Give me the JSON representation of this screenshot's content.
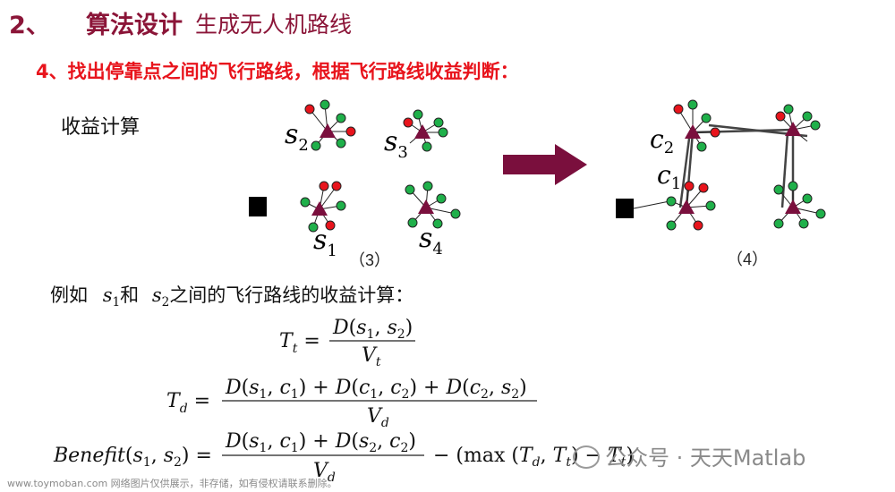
{
  "title": {
    "number": "2、",
    "main": "算法设计",
    "sub": "生成无人机路线"
  },
  "subheading": "4、找出停靠点之间的飞行路线，根据飞行路线收益判断：",
  "profit_label": "收益计算",
  "diagram3": {
    "label": "（3）",
    "nodes": [
      "s2",
      "s3",
      "s1",
      "s4"
    ]
  },
  "diagram4": {
    "label": "（4）",
    "nodes": [
      "c2",
      "c1"
    ]
  },
  "example": {
    "prefix": "例如",
    "s1": "s1",
    "and": "和",
    "s2": "s2",
    "suffix": "之间的飞行路线的收益计算："
  },
  "formulas": {
    "tt": "T_t = D(s1,s2) / V_t",
    "td": "T_d = (D(s1,c1) + D(c1,c2) + D(c2,s2)) / V_d",
    "benefit": "Benefit(s1,s2) = (D(s1,c1) + D(s2,c2)) / V_d − (max(T_d,T_t) − T_t)"
  },
  "watermark": "公众号 · 天天Matlab",
  "footer": "www.toymoban.com 网络图片仅供展示，非存储，如有侵权请联系删除。",
  "colors": {
    "title": "#8b1538",
    "subheading": "#e8141c",
    "triangle": "#7a0f3d",
    "green_node": "#1fb04a",
    "red_node": "#e8141c",
    "arrow": "#7a0f3d"
  }
}
